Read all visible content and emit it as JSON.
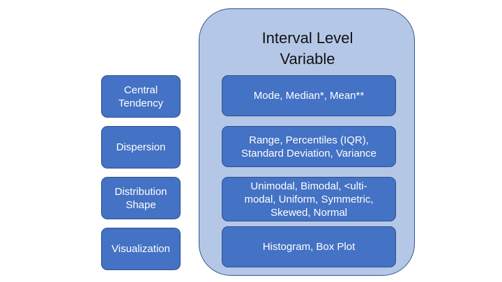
{
  "title": {
    "line1": "Interval Level",
    "line2": "Variable"
  },
  "rows": [
    {
      "category": [
        "Central",
        "Tendency"
      ],
      "content": [
        "Mode, Median*, Mean**"
      ]
    },
    {
      "category": [
        "Dispersion"
      ],
      "content": [
        "Range, Percentiles (IQR),",
        "Standard Deviation, Variance"
      ]
    },
    {
      "category": [
        "Distribution",
        "Shape"
      ],
      "content": [
        "Unimodal, Bimodal, <ulti-",
        "modal, Uniform, Symmetric,",
        "Skewed, Normal"
      ]
    },
    {
      "category": [
        "Visualization"
      ],
      "content": [
        "Histogram, Box Plot"
      ]
    }
  ],
  "colors": {
    "panel": "#b4c7e7",
    "box": "#4472c4",
    "border": "#2f528f",
    "box_text": "#ffffff"
  }
}
